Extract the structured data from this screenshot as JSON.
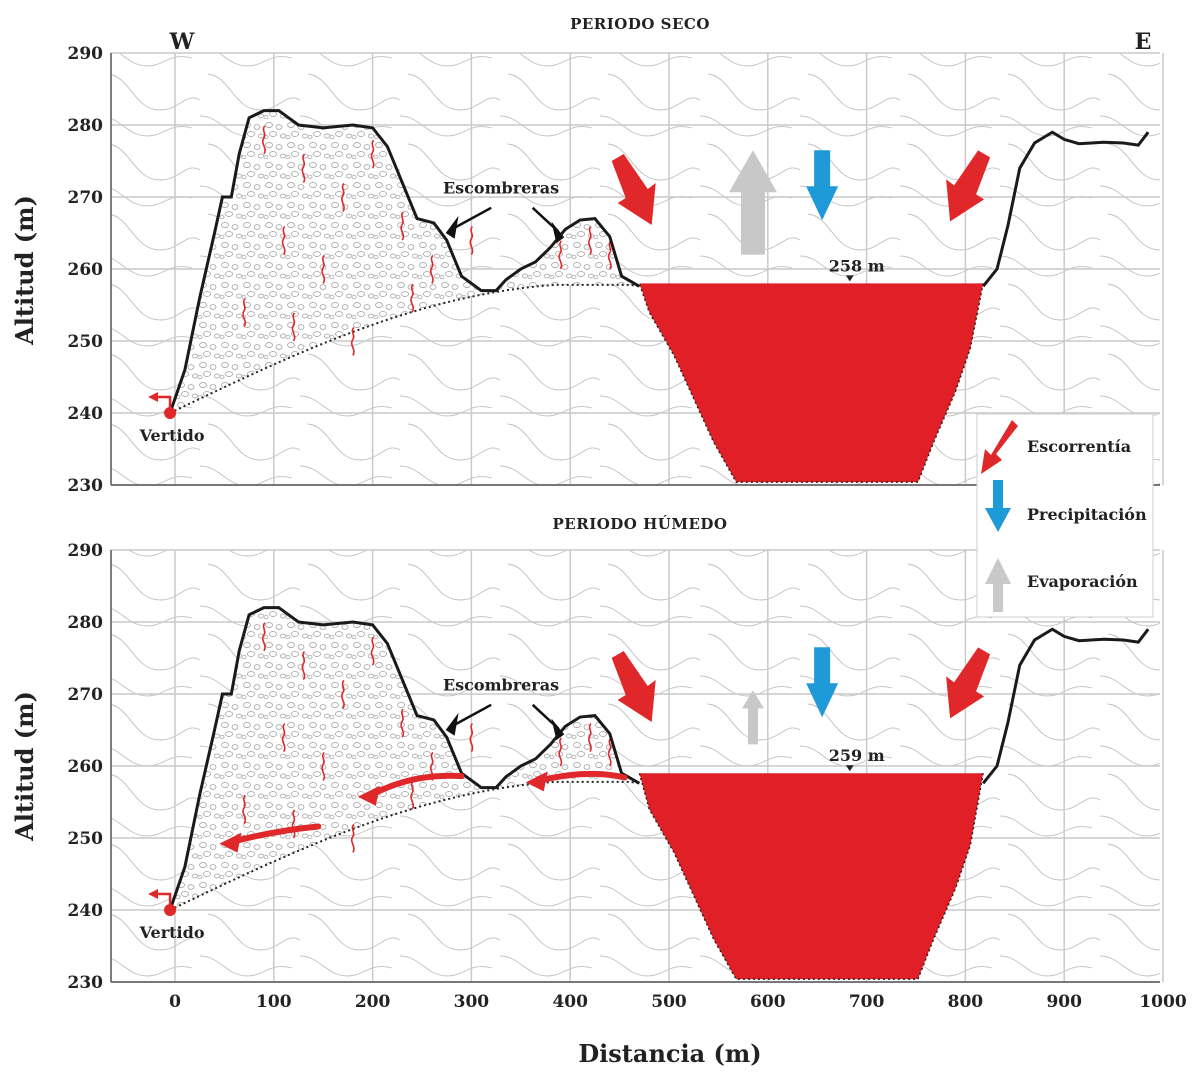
{
  "figure": {
    "y_axis_label": "Altitud (m)",
    "x_axis_label": "Distancia (m)",
    "x_ticks": [
      "0",
      "100",
      "200",
      "300",
      "400",
      "500",
      "600",
      "700",
      "800",
      "900",
      "1000"
    ],
    "y_ticks": [
      "230",
      "240",
      "250",
      "260",
      "270",
      "280",
      "290"
    ],
    "direction_left": "W",
    "direction_right": "E"
  },
  "panels": [
    {
      "title": "PERIODO SECO",
      "water_level_label": "258 m",
      "spoil_label": "Escombreras",
      "outfall_label": "Vertido"
    },
    {
      "title": "PERIODO HÚMEDO",
      "water_level_label": "259 m",
      "spoil_label": "Escombreras",
      "outfall_label": "Vertido"
    }
  ],
  "legend": [
    {
      "label": "Escorrentía",
      "icon": "runoff-arrow-icon",
      "color": "#e0272a"
    },
    {
      "label": "Precipitación",
      "icon": "precipitation-arrow-icon",
      "color": "#1f9ad8"
    },
    {
      "label": "Evaporación",
      "icon": "evaporation-arrow-icon",
      "color": "#c8c8c8"
    }
  ],
  "colors": {
    "lake": "#e11f26",
    "runoff": "#e0272a",
    "precipitation": "#1f9ad8",
    "evaporation": "#c8c8c8",
    "terrain": "#1a1a1a",
    "grid": "#c9c9c9"
  }
}
